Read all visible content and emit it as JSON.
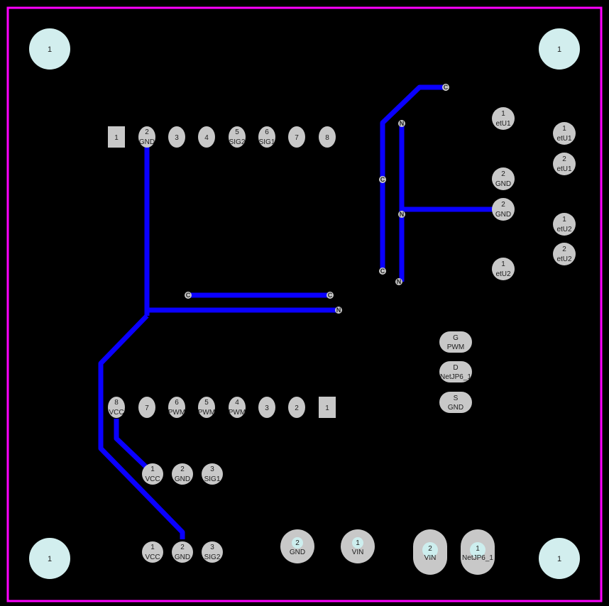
{
  "colors": {
    "background": "#000000",
    "outline": "#ff00ff",
    "trace": "#0a00ff",
    "pad": "#c8c8c8",
    "drill": "#cdeeee"
  },
  "mounting_holes": [
    {
      "id": "mh-tl",
      "label": "1"
    },
    {
      "id": "mh-tr",
      "label": "1"
    },
    {
      "id": "mh-bl",
      "label": "1"
    },
    {
      "id": "mh-br",
      "label": "1"
    }
  ],
  "header_top": {
    "pins": [
      {
        "num": "1",
        "net": ""
      },
      {
        "num": "2",
        "net": "GND"
      },
      {
        "num": "3",
        "net": ""
      },
      {
        "num": "4",
        "net": ""
      },
      {
        "num": "5",
        "net": "SIG2"
      },
      {
        "num": "6",
        "net": "SIG1"
      },
      {
        "num": "7",
        "net": ""
      },
      {
        "num": "8",
        "net": ""
      }
    ]
  },
  "header_bottom": {
    "pins": [
      {
        "num": "8",
        "net": "VCC"
      },
      {
        "num": "7",
        "net": ""
      },
      {
        "num": "6",
        "net": "PWM"
      },
      {
        "num": "5",
        "net": "PWM"
      },
      {
        "num": "4",
        "net": "PWM"
      },
      {
        "num": "3",
        "net": ""
      },
      {
        "num": "2",
        "net": ""
      },
      {
        "num": "1",
        "net": ""
      }
    ]
  },
  "sensor1": {
    "pins": [
      {
        "num": "1",
        "net": "VCC"
      },
      {
        "num": "2",
        "net": "GND"
      },
      {
        "num": "3",
        "net": "SIG1"
      }
    ]
  },
  "sensor2": {
    "pins": [
      {
        "num": "1",
        "net": "VCC"
      },
      {
        "num": "2",
        "net": "GND"
      },
      {
        "num": "3",
        "net": "SIG2"
      }
    ]
  },
  "led_pads": [
    {
      "num": "1",
      "net": "etU1"
    },
    {
      "num": "2",
      "net": "GND"
    },
    {
      "num": "2",
      "net": "GND"
    },
    {
      "num": "1",
      "net": "etU2"
    }
  ],
  "res_pads": [
    {
      "num": "1",
      "net": "etU1"
    },
    {
      "num": "2",
      "net": "etU1"
    },
    {
      "num": "1",
      "net": "etU2"
    },
    {
      "num": "2",
      "net": "etU2"
    }
  ],
  "mosfet": {
    "pins": [
      {
        "num": "G",
        "net": "PWM"
      },
      {
        "num": "D",
        "net": "NetJP6_1"
      },
      {
        "num": "S",
        "net": "GND"
      }
    ]
  },
  "power_in": {
    "pins": [
      {
        "num": "2",
        "net": "GND"
      },
      {
        "num": "1",
        "net": "VIN"
      }
    ]
  },
  "output_conn": {
    "pins": [
      {
        "num": "2",
        "net": "VIN"
      },
      {
        "num": "1",
        "net": "NetJP6_1"
      }
    ]
  },
  "via_labels": {
    "c1": "C",
    "n1": "N",
    "c2": "C",
    "n2": "N",
    "c3": "C",
    "n3": "N",
    "c4": "C",
    "c5": "C",
    "n4": "N"
  }
}
